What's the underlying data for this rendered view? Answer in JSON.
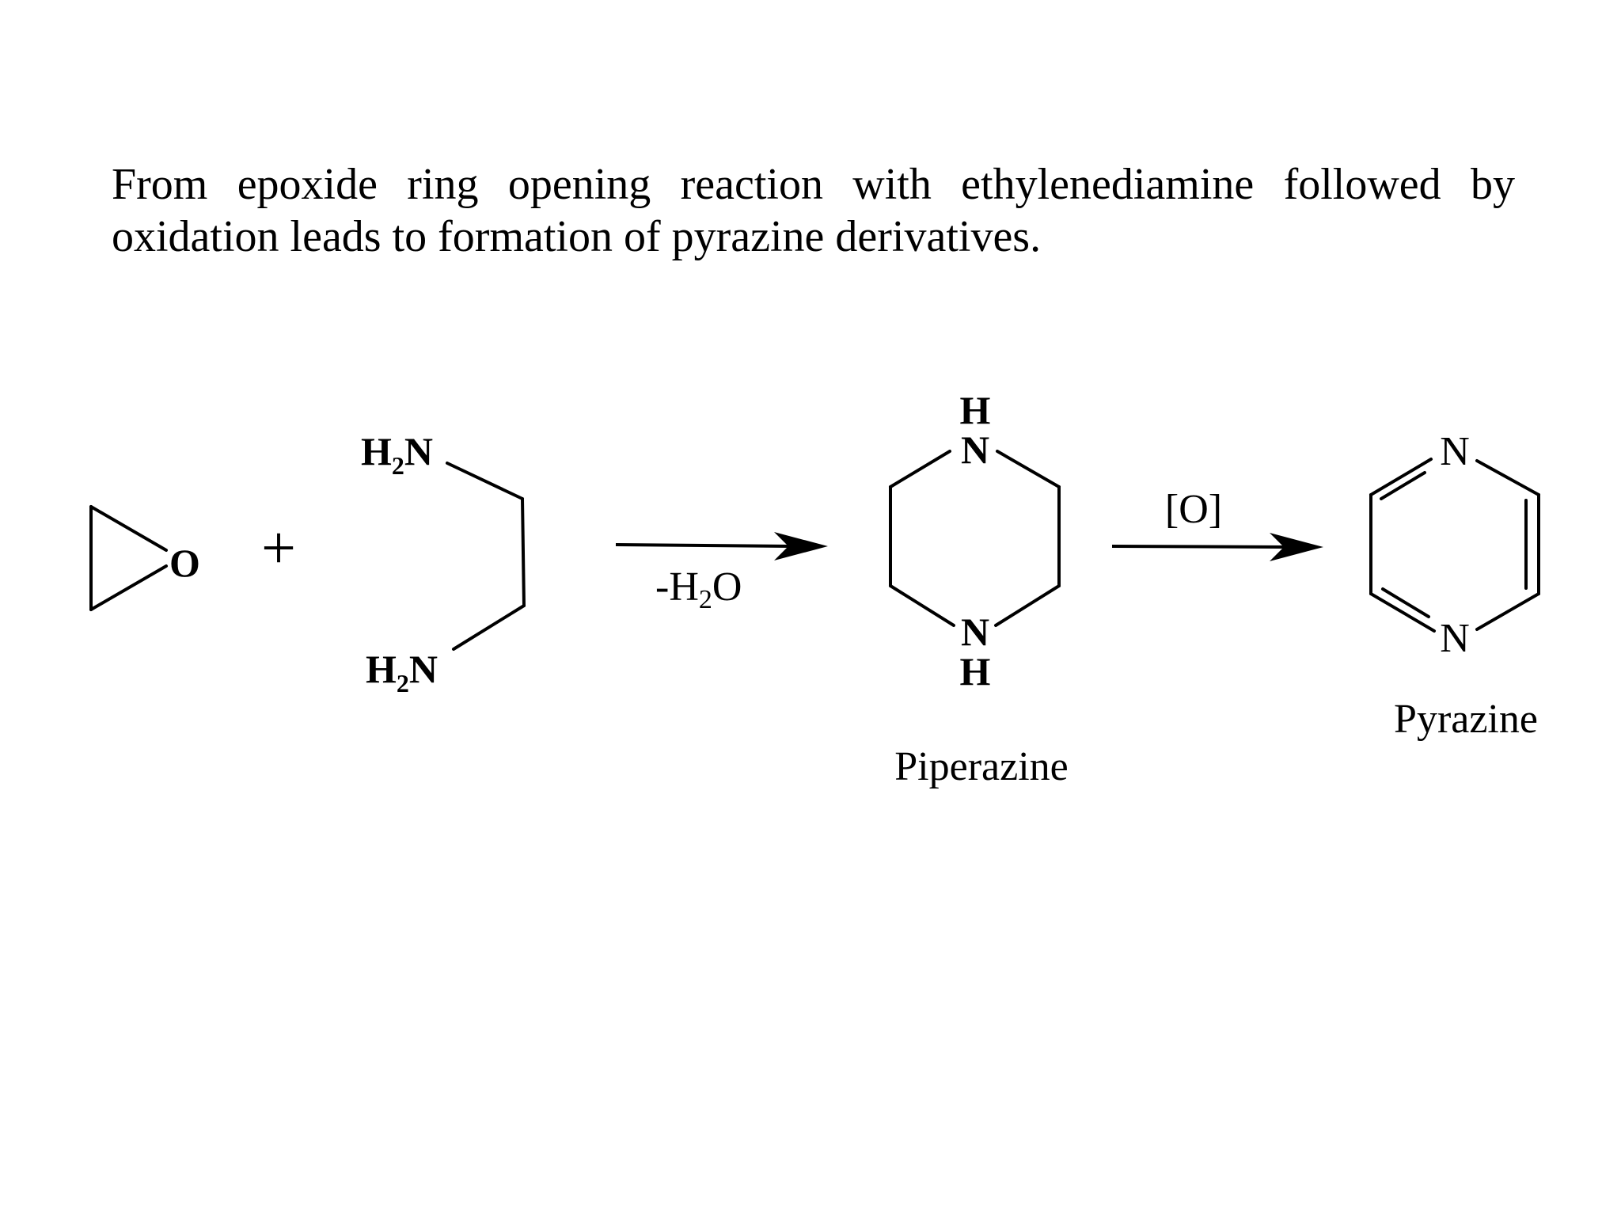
{
  "intro": {
    "line1": "From epoxide ring opening reaction with ethylenediamine followed by",
    "line2": "oxidation leads to formation of  pyrazine derivatives."
  },
  "reactant_epoxide": {
    "oxygen": "O"
  },
  "plus_sign": "+",
  "reactant_diamine": {
    "amine_top_h": "H",
    "amine_top_sub": "2",
    "amine_top_n": "N",
    "amine_bottom_h": "H",
    "amine_bottom_sub": "2",
    "amine_bottom_n": "N"
  },
  "step1": {
    "condition_prefix": "-H",
    "condition_sub": "2",
    "condition_suffix": "O"
  },
  "piperazine": {
    "top_h": "H",
    "top_n": "N",
    "bottom_n": "N",
    "bottom_h": "H",
    "name": "Piperazine"
  },
  "step2": {
    "condition": "[O]"
  },
  "pyrazine": {
    "top_n": "N",
    "bottom_n": "N",
    "name": "Pyrazine"
  }
}
